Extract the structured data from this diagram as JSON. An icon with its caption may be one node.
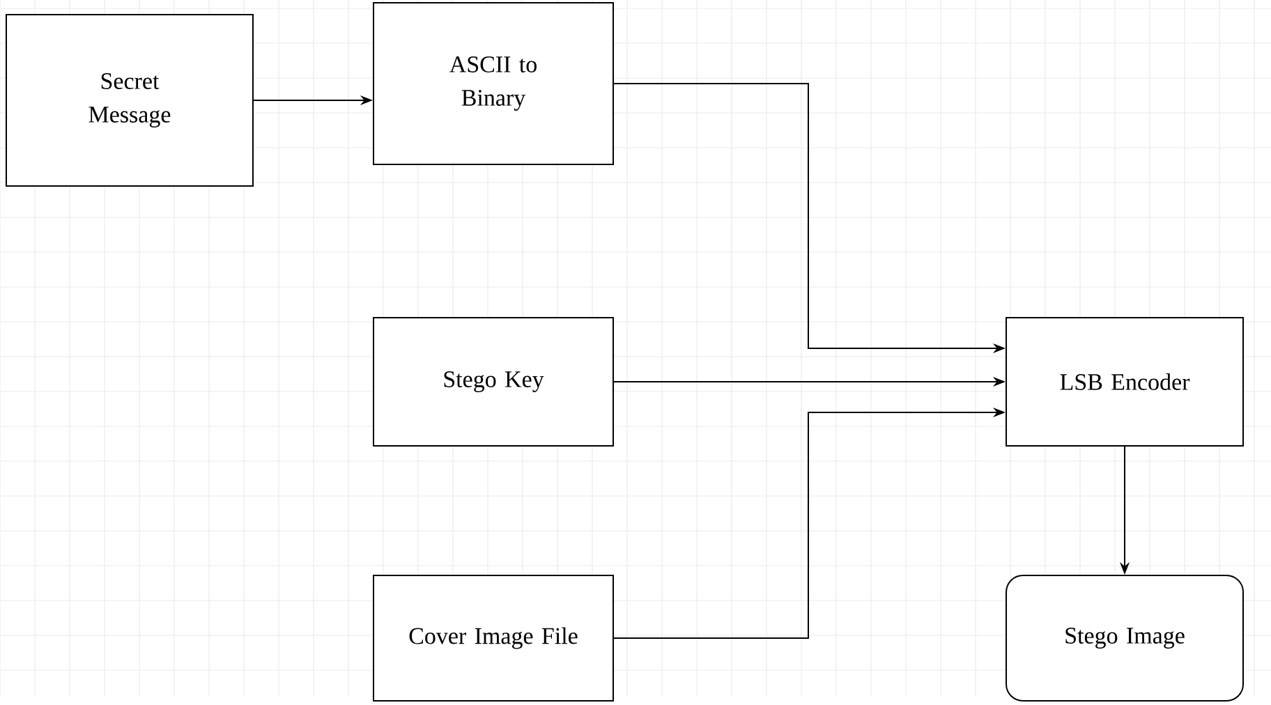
{
  "diagram": {
    "nodes": [
      {
        "text": [
          "Secret Message"
        ]
      },
      {
        "text": [
          "ASCII to Binary"
        ]
      },
      {
        "text": [
          "Stego Key"
        ]
      },
      {
        "text": [
          "Cover Image File"
        ]
      },
      {
        "text": [
          "LSB Encoder"
        ]
      },
      {
        "text": [
          "Stego Image"
        ]
      }
    ],
    "edges": [
      {
        "from": 0,
        "to": 1,
        "arrow": "to"
      },
      {
        "from": 1,
        "to": 4,
        "arrow": "to"
      },
      {
        "from": 2,
        "to": 4,
        "arrow": "to"
      },
      {
        "from": 3,
        "to": 4,
        "arrow": "to"
      },
      {
        "from": 4,
        "to": 5,
        "arrow": "to"
      }
    ]
  }
}
